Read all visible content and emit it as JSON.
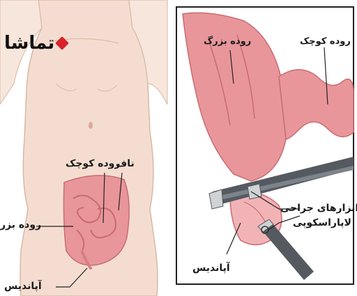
{
  "logo": {
    "text": "تماشا",
    "accent": "#d8232a"
  },
  "left_panel": {
    "labels": {
      "small_intestine": "روده کوچک",
      "navel": "ناف",
      "large_intestine": "روده بزر",
      "appendix": "آپاندیس"
    }
  },
  "right_panel": {
    "labels": {
      "large_intestine": "روده بزرگ",
      "small_intestine": "روده کوچک",
      "surgical_tools_line1": "ابزارهای جراحی",
      "surgical_tools_line2": "لاپاراسکوپی",
      "appendix": "آپاندیس"
    }
  },
  "colors": {
    "skin": "#f4ddd0",
    "intestine": "#e8969a",
    "intestine_dark": "#c96b72",
    "tool": "#555a60"
  }
}
